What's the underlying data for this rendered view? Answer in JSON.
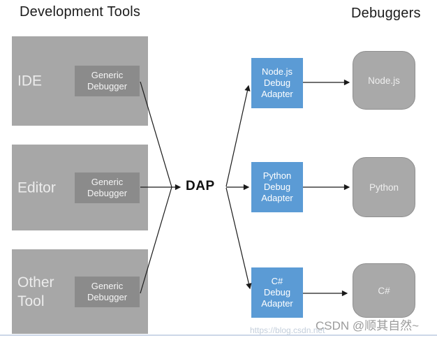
{
  "headings": {
    "left": "Development Tools",
    "right": "Debuggers"
  },
  "dap": {
    "label": "DAP"
  },
  "tools": [
    {
      "label": "IDE",
      "debugger_label": "Generic\nDebugger"
    },
    {
      "label": "Editor",
      "debugger_label": "Generic\nDebugger"
    },
    {
      "label": "Other\nTool",
      "debugger_label": "Generic\nDebugger"
    }
  ],
  "adapters": [
    {
      "label": "Node.js\nDebug\nAdapter"
    },
    {
      "label": "Python\nDebug\nAdapter"
    },
    {
      "label": "C#\nDebug\nAdapter"
    }
  ],
  "debuggers": [
    {
      "label": "Node.js"
    },
    {
      "label": "Python"
    },
    {
      "label": "C#"
    }
  ],
  "watermark": {
    "brand": "CSDN @顺其自然~",
    "url": "https://blog.csdn.net"
  },
  "colors": {
    "tool_box": "#a7a7a7",
    "generic_debugger_box": "#8b8b8b",
    "adapter_box": "#5b9bd5",
    "debugger_box": "#a9a9a9",
    "heading_text": "#1c1c1c",
    "arrow": "#1a1a1a",
    "watermark_text": "#9b9b9b",
    "bottom_line": "#ccd7e8"
  }
}
